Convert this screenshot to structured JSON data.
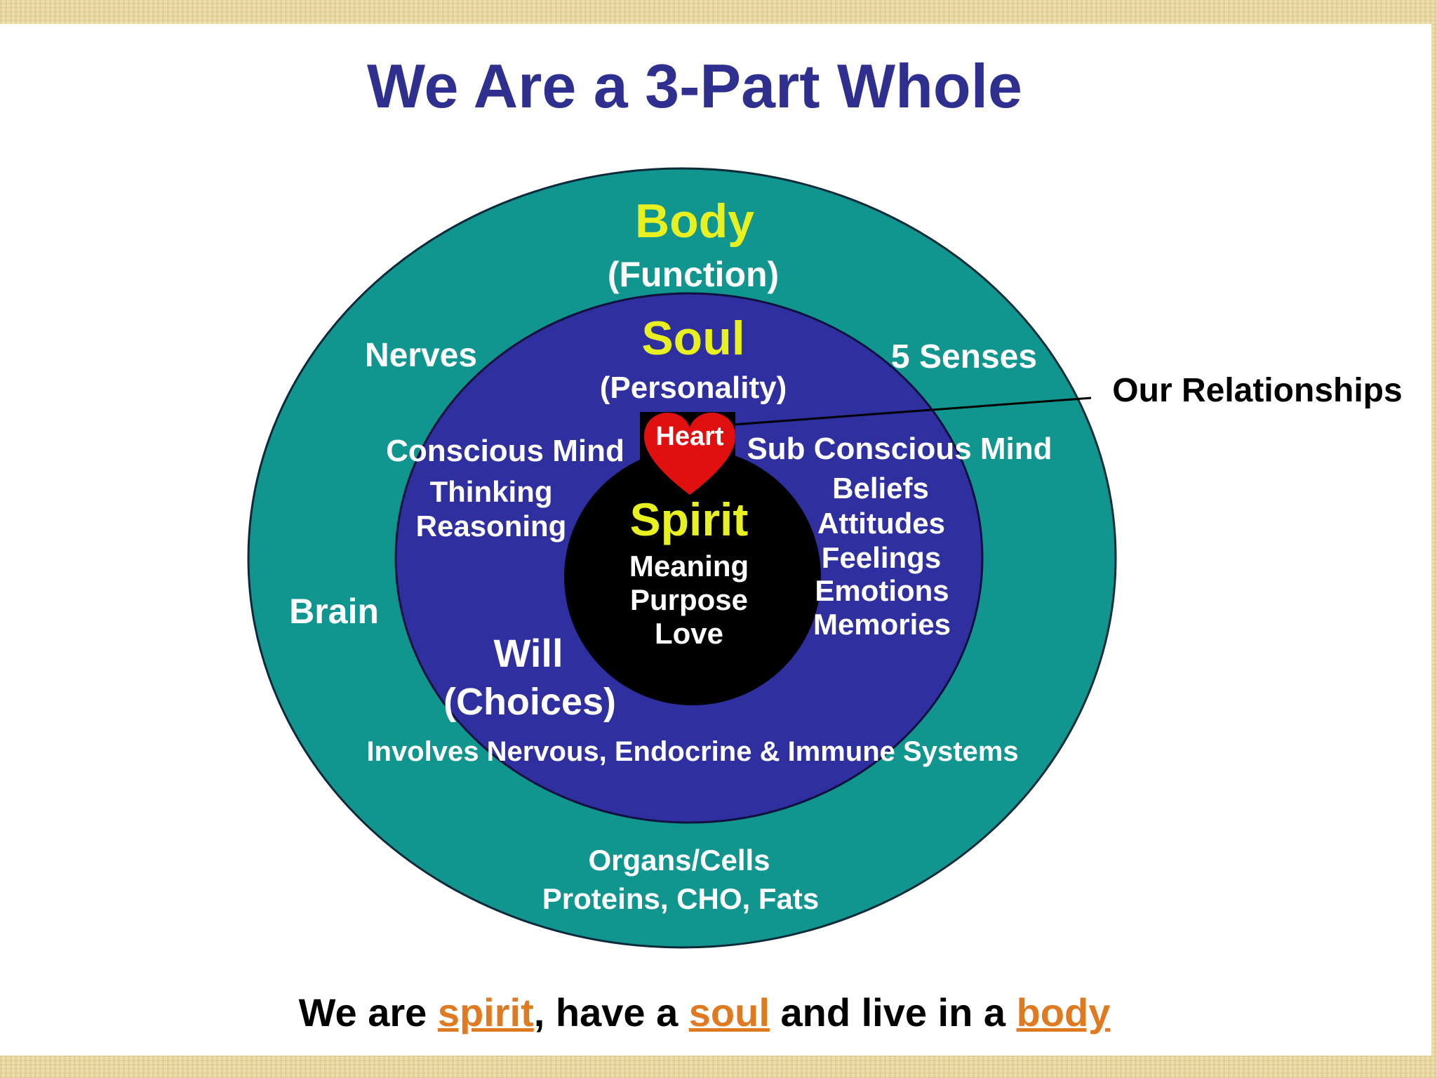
{
  "title": "We Are a 3-Part Whole",
  "colors": {
    "outer_ring": "#11968f",
    "middle_ring": "#2f2fa0",
    "core": "#000000",
    "heart": "#e01010",
    "heading_yellow": "#e8f020",
    "footer_highlight": "#e07a20"
  },
  "body": {
    "heading": "Body",
    "subheading": "(Function)",
    "nerves": "Nerves",
    "senses": "5 Senses",
    "brain": "Brain",
    "organs": "Organs/Cells",
    "proteins": "Proteins, CHO, Fats"
  },
  "soul": {
    "heading": "Soul",
    "subheading": "(Personality)",
    "conscious_mind": "Conscious Mind",
    "conscious_items": [
      "Thinking",
      "Reasoning"
    ],
    "subconscious_mind": "Sub Conscious Mind",
    "subconscious_items": [
      "Beliefs",
      "Attitudes",
      "Feelings",
      "Emotions",
      "Memories"
    ],
    "will": "Will",
    "will_sub": "(Choices)",
    "systems": "Involves Nervous, Endocrine & Immune Systems"
  },
  "heart": {
    "label": "Heart",
    "callout": "Our Relationships"
  },
  "spirit": {
    "heading": "Spirit",
    "items": [
      "Meaning",
      "Purpose",
      "Love"
    ]
  },
  "footer": {
    "part1": "We are ",
    "word1": "spirit",
    "part2": ", have a ",
    "word2": "soul",
    "part3": " and live in a ",
    "word3": "body"
  }
}
